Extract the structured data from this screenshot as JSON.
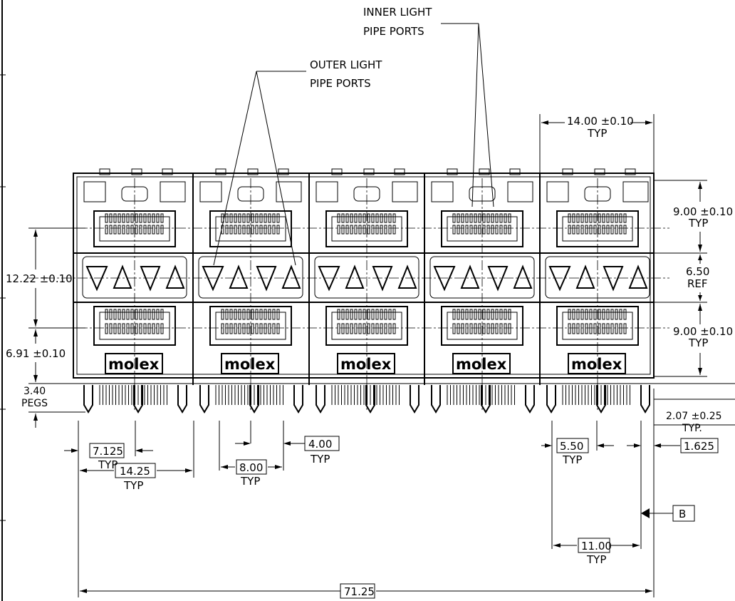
{
  "callouts": {
    "inner_light_pipe": [
      "INNER LIGHT",
      "PIPE PORTS"
    ],
    "outer_light_pipe": [
      "OUTER LIGHT",
      "PIPE PORTS"
    ]
  },
  "brand": "molex",
  "dimensions": {
    "pitch_top": "14.00 ±0.10",
    "pitch_top_typ": "TYP",
    "upper_port_height": "9.00 ±0.10",
    "upper_port_typ": "TYP",
    "mid_ref": "6.50",
    "mid_ref_label": "REF",
    "lower_port_height": "9.00 ±0.10",
    "lower_port_typ": "TYP",
    "overall_height": "12.22 ±0.10",
    "lower_height": "6.91 ±0.10",
    "pegs_value": "3.40",
    "pegs_label": "PEGS",
    "peg_dim": "2.07 ±0.25",
    "peg_dim_typ": "TYP.",
    "d7125": "7.125",
    "d7125_typ": "TYP",
    "d1425": "14.25",
    "d1425_typ": "TYP",
    "d400": "4.00",
    "d400_typ": "TYP",
    "d800": "8.00",
    "d800_typ": "TYP",
    "d550": "5.50",
    "d550_typ": "TYP",
    "d1625": "1.625",
    "datum": "B",
    "d1100": "11.00",
    "d1100_typ": "TYP",
    "overall_width": "71.25"
  }
}
